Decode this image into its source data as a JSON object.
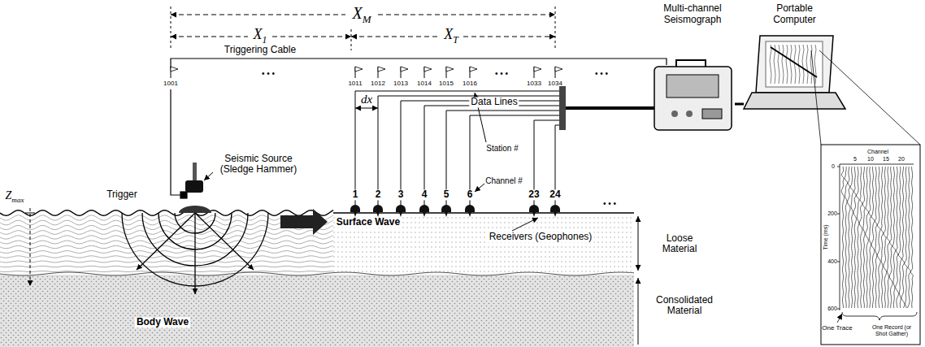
{
  "diagram": {
    "nodes": [
      {
        "text": [
          "Multi-channel Seismograph"
        ]
      },
      {
        "text": [
          "Portable Computer"
        ]
      }
    ],
    "edges": [
      {
        "from": 0,
        "to": 1,
        "arrow": "none"
      }
    ],
    "labels": [
      "XM",
      "X1",
      "XT",
      "dx",
      "Triggering Cable",
      "Data Lines",
      "1001",
      "1011",
      "1012",
      "1013",
      "1014",
      "1015",
      "1016",
      "1033",
      "1034",
      "Station #",
      "Channel #",
      "1",
      "2",
      "3",
      "4",
      "5",
      "6",
      "23",
      "24",
      "Seismic Source (Sledge Hammer)",
      "Trigger",
      "Zmax",
      "Body Wave",
      "Surface Wave",
      "Receivers (Geophones)",
      "Loose Material",
      "Consolidated Material",
      "• • •",
      "• • •",
      "• • •",
      "• • •",
      "Channel",
      "5",
      "10",
      "15",
      "20",
      "0",
      "200",
      "400",
      "600",
      "Time (ms)",
      "One Trace",
      "One Record (or Shot Gather)"
    ]
  }
}
